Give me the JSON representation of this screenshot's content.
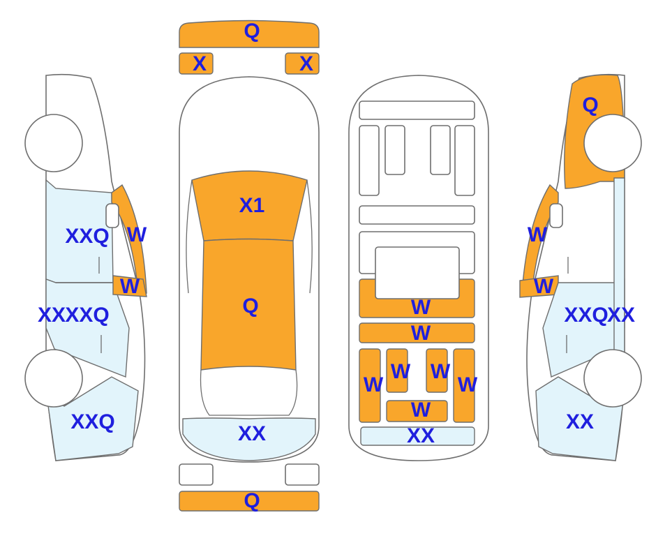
{
  "colors": {
    "orange": "#F9A62B",
    "light_blue": "#E2F4FB",
    "outline": "#6E6E6E",
    "label": "#1F1FDE"
  },
  "labels": {
    "front_bumper": "Q",
    "front_left_lamp": "X",
    "front_right_lamp": "X",
    "hood": "X1",
    "roof": "Q",
    "trunk": "XX",
    "rear_bumper": "Q",
    "left_top_panel": "XXQ",
    "left_a_pillar": "W",
    "left_b_pillar": "W",
    "left_rocker": "XX",
    "left_mid_panel": "XXQ",
    "left_rear_panel": "XXQ",
    "floor_crossmember": "W",
    "floor_rail": "W",
    "floor_left_outer": "W",
    "floor_left_inner": "W",
    "floor_right_inner": "W",
    "floor_right_outer": "W",
    "floor_bottom_center": "W",
    "floor_rear_panel": "XX",
    "right_front": "Q",
    "right_a_pillar": "W",
    "right_b_pillar": "W",
    "right_mid_panel": "XXQ",
    "right_rocker": "XX",
    "right_rear_panel": "XX"
  }
}
